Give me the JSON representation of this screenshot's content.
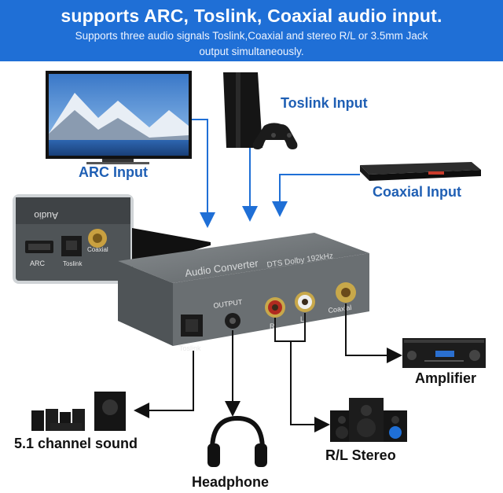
{
  "banner": {
    "title": "supports ARC, Toslink, Coaxial audio input.",
    "subtitle_line1": "Supports three audio signals Toslink,Coaxial and stereo R/L or 3.5mm Jack",
    "subtitle_line2": "output simultaneously."
  },
  "inputs": {
    "arc": "ARC Input",
    "toslink": "Toslink Input",
    "coaxial": "Coaxial Input"
  },
  "outputs": {
    "amplifier": "Amplifier",
    "surround": "5.1 channel sound",
    "stereo": "R/L Stereo",
    "headphone": "Headphone"
  },
  "device": {
    "title": "Audio Converter",
    "subtitle": "DTS Dolby 192kHz",
    "output_label": "OUTPUT",
    "port_toslink": "Toslink",
    "port_coaxial": "Coaxial",
    "port_r": "R",
    "port_l": "L"
  },
  "zoom_panel": {
    "port_arc": "ARC",
    "port_toslink": "Toslink",
    "port_coaxial": "Coaxial",
    "caption": "Audio"
  },
  "colors": {
    "banner": "#1f6fd6",
    "arrow": "#1f6fd6",
    "device": "#6f7477"
  }
}
